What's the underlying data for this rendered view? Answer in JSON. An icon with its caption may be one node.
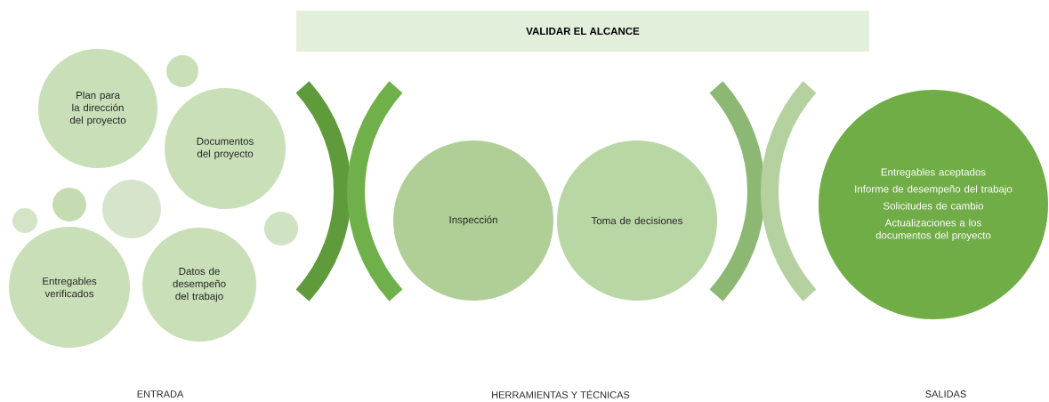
{
  "diagram": {
    "nodes": [
      {
        "text": [
          "VALIDAR EL ALCANCE"
        ]
      },
      {
        "text": [
          "Plan para la dirección del proyecto"
        ]
      },
      {
        "text": [
          "Documentos del proyecto"
        ]
      },
      {
        "text": [
          "Entregables verificados"
        ]
      },
      {
        "text": [
          "Datos de desempeño del trabajo"
        ]
      },
      {
        "text": [
          "Inspección"
        ]
      },
      {
        "text": [
          "Toma de decisiones"
        ]
      },
      {
        "text": [
          "Entregables aceptados",
          "Informe de desempeño del trabajo",
          "Solicitudes de cambio",
          "Actualizaciones a los documentos del proyecto"
        ]
      },
      {
        "text": [],
        "shape": "circle"
      },
      {
        "text": [],
        "shape": "circle"
      },
      {
        "text": [],
        "shape": "circle"
      },
      {
        "text": [],
        "shape": "circle"
      },
      {
        "text": [],
        "shape": "circle"
      }
    ],
    "labels": [
      "ENTRADA",
      "HERRAMIENTAS Y TÉCNICAS",
      "SALIDAS"
    ]
  }
}
